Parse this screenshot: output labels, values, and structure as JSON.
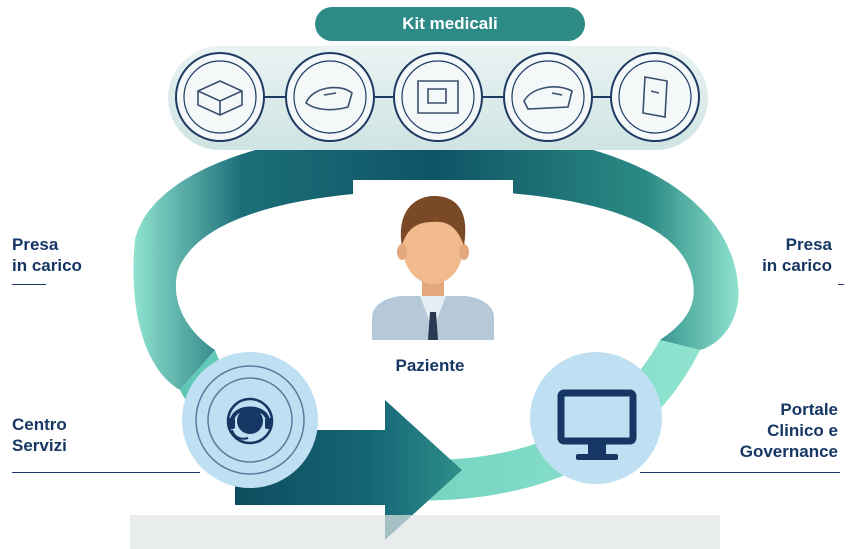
{
  "title": "Kit medicali",
  "kits": [
    {
      "icon": "device-case-icon"
    },
    {
      "icon": "glucometer-icon"
    },
    {
      "icon": "scale-box-icon"
    },
    {
      "icon": "blood-pressure-monitor-icon"
    },
    {
      "icon": "pulse-oximeter-icon"
    }
  ],
  "patient": {
    "label": "Paziente",
    "icon": "patient-avatar-icon"
  },
  "left": {
    "presa": [
      "Presa",
      "in carico"
    ],
    "centro": [
      "Centro",
      "Servizi"
    ],
    "icon": "headset-icon"
  },
  "right": {
    "presa": [
      "Presa",
      "in carico"
    ],
    "portale": [
      "Portale",
      "Clinico e",
      "Governance"
    ],
    "icon": "monitor-icon"
  },
  "colors": {
    "navy": "#163764",
    "teal": "#2e8a86",
    "mint": "#7fd9c4",
    "circle": "#bfe0f3"
  }
}
